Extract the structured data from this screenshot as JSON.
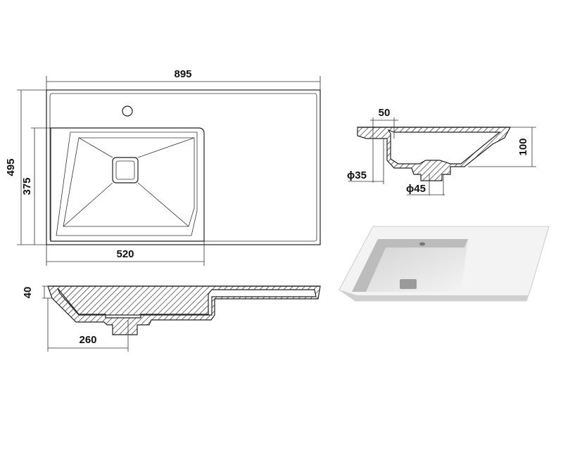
{
  "dimensions": {
    "top_width": "895",
    "top_depth": "495",
    "basin_depth": "375",
    "basin_width": "520",
    "rim_height": "40",
    "drain_offset": "260",
    "tap_offset": "50",
    "basin_height": "100",
    "tap_hole_diameter": "ϕ35",
    "drain_diameter": "ϕ45"
  },
  "colors": {
    "line": "#222222",
    "render_light": "#f2f2f2",
    "render_shadow": "#b8b8b8"
  }
}
